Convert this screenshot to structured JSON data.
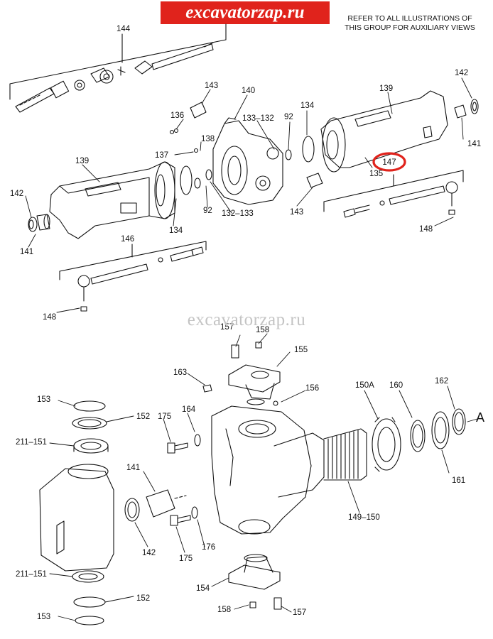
{
  "banner": {
    "text": "excavatorzap.ru",
    "color": "#e0231c"
  },
  "note": {
    "line1": "REFER TO ALL ILLUSTRATIONS OF",
    "line2": "THIS GROUP FOR AUXILIARY VIEWS"
  },
  "watermark": "excavatorzap.ru",
  "highlight": {
    "label": "147",
    "ring_color": "#e0231c"
  },
  "callouts": {
    "c144": "144",
    "c143a": "143",
    "c140": "140",
    "c136": "136",
    "c138": "138",
    "c137": "137",
    "c133_132": "133–132",
    "c92a": "92",
    "c134a": "134",
    "c139a": "139",
    "c142a": "142",
    "c141a": "141",
    "c135": "135",
    "c139b": "139",
    "c142b": "142",
    "c141b": "141",
    "c134b": "134",
    "c92b": "92",
    "c132_133": "132–133",
    "c143b": "143",
    "c148a": "148",
    "c146": "146",
    "c148b": "148",
    "c157a": "157",
    "c158a": "158",
    "c155": "155",
    "c163": "163",
    "c156": "156",
    "c150a": "150A",
    "c160": "160",
    "c162": "162",
    "c_a": "A",
    "c153a": "153",
    "c152a": "152",
    "c175a": "175",
    "c164": "164",
    "c211a": "211–151",
    "c141c": "141",
    "c161": "161",
    "c149_150": "149–150",
    "c142c": "142",
    "c175b": "175",
    "c176": "176",
    "c211b": "211–151",
    "c152b": "152",
    "c154": "154",
    "c153b": "153",
    "c158b": "158",
    "c157b": "157"
  }
}
